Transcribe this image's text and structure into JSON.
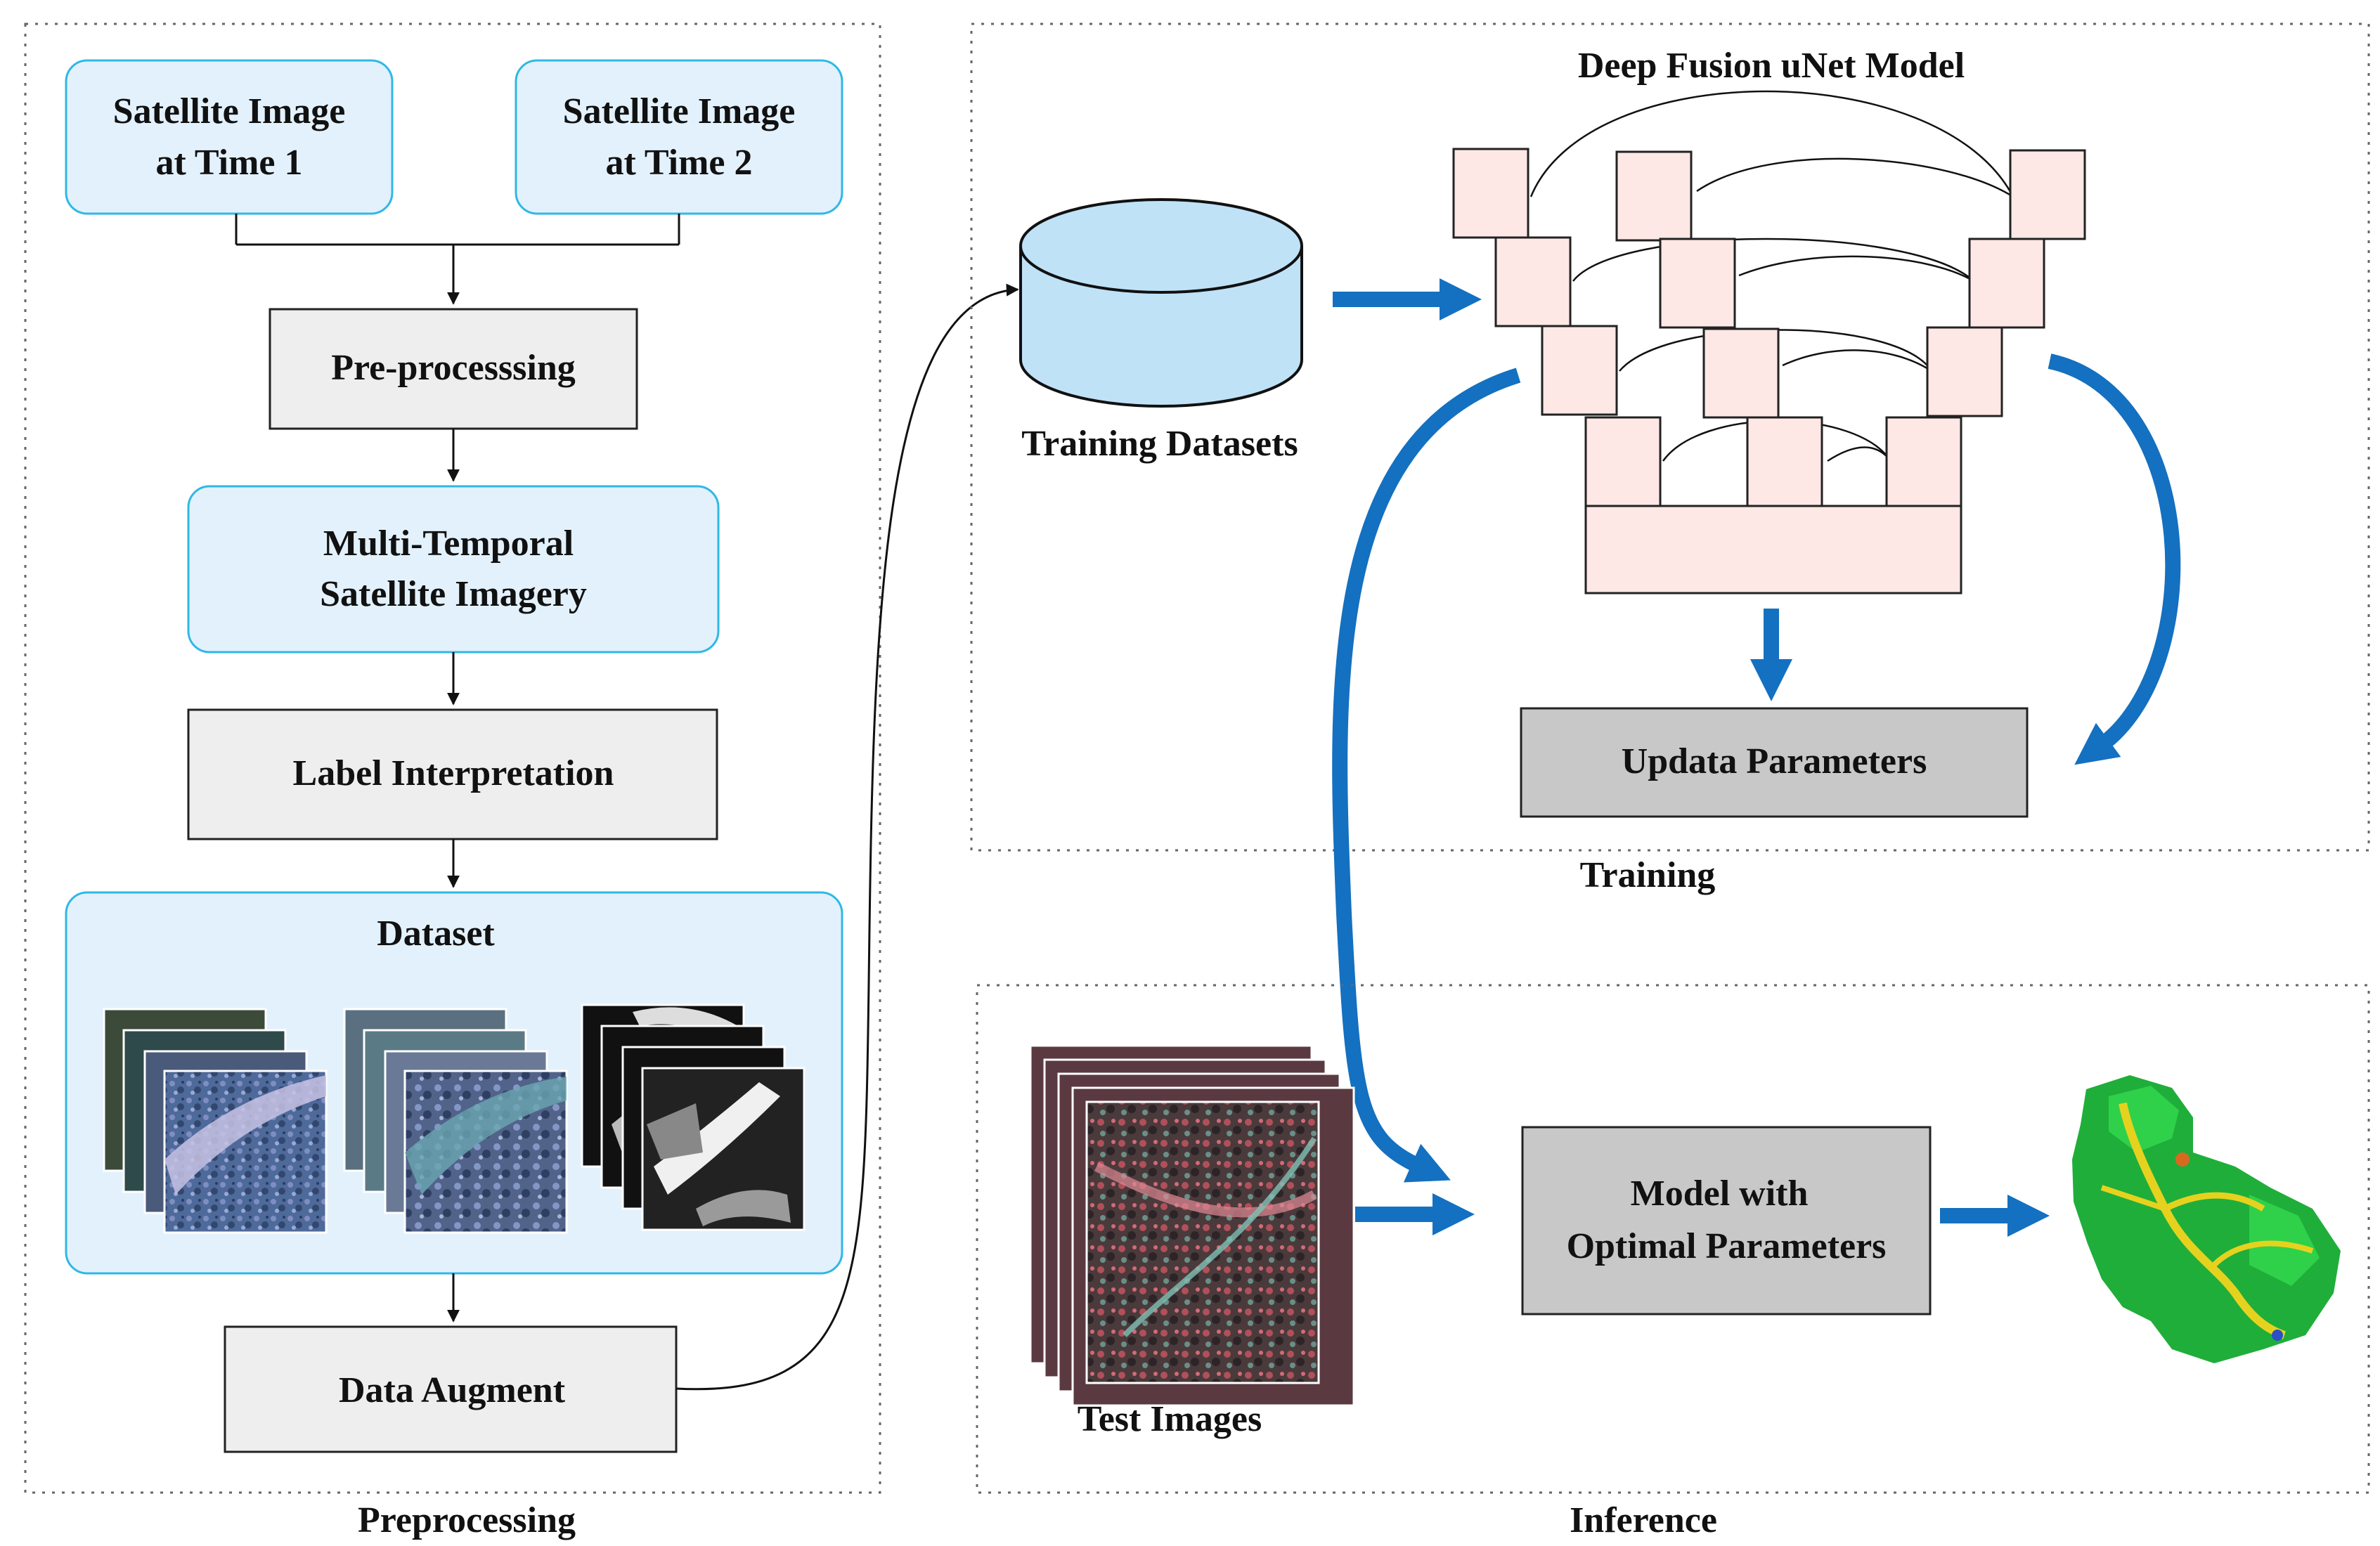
{
  "preprocessing": {
    "title": "Preprocessing",
    "sat_time1": [
      "Satellite Image",
      "at Time 1"
    ],
    "sat_time2": [
      "Satellite Image",
      "at Time 2"
    ],
    "preprocessing_step": "Pre-processsing",
    "multi_temporal": [
      "Multi-Temporal",
      "Satellite Imagery"
    ],
    "label_interpretation": "Label Interpretation",
    "dataset": "Dataset",
    "data_augment": "Data Augment"
  },
  "training": {
    "title": "Training",
    "model_title": "Deep Fusion uNet Model",
    "datasets": "Training Datasets",
    "update_params": "Updata Parameters"
  },
  "inference": {
    "title": "Inference",
    "test_images": "Test Images",
    "model_optimal": [
      "Model with",
      "Optimal Parameters"
    ]
  },
  "colors": {
    "light_blue_fill": "#e3f1fc",
    "light_blue_border": "#2fb8e6",
    "gray_fill": "#eeeeee",
    "dark_gray_fill": "#c8c8c8",
    "pink_fill": "#fde8e6",
    "arrow_blue": "#1470c0",
    "cylinder_fill": "#bfe2f7"
  }
}
